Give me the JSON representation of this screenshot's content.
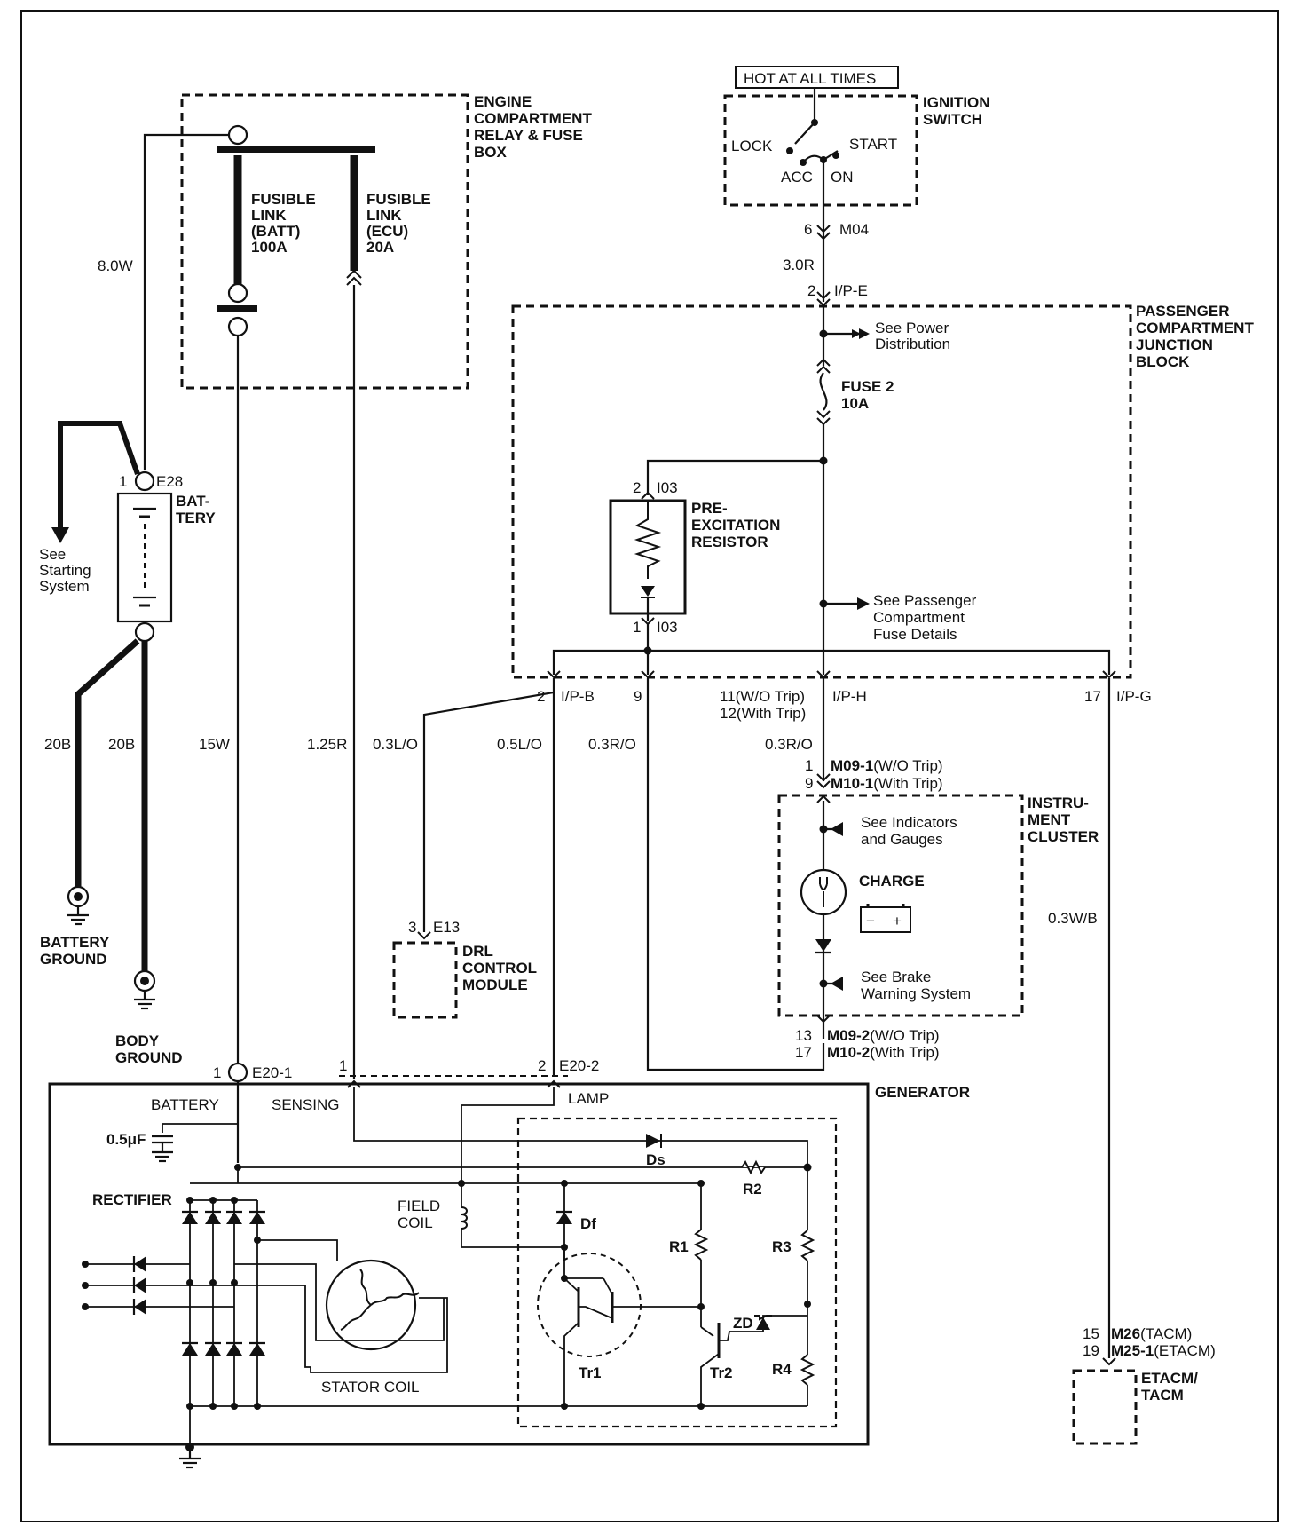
{
  "labels": {
    "hot_at_all_times": "HOT AT ALL TIMES",
    "ignition_switch": [
      "IGNITION",
      "SWITCH"
    ],
    "lock": "LOCK",
    "start": "START",
    "acc": "ACC",
    "on": "ON",
    "m04_pin": "6",
    "m04": "M04",
    "w_3_0r": "3.0R",
    "ipe_pin": "2",
    "ipe": "I/P-E",
    "engine_box": [
      "ENGINE",
      "COMPARTMENT",
      "RELAY & FUSE",
      "BOX"
    ],
    "fl_batt": [
      "FUSIBLE",
      "LINK",
      "(BATT)",
      "100A"
    ],
    "fl_ecu": [
      "FUSIBLE",
      "LINK",
      "(ECU)",
      "20A"
    ],
    "pcjb": [
      "PASSENGER",
      "COMPARTMENT",
      "JUNCTION",
      "BLOCK"
    ],
    "see_power": [
      "See Power",
      "Distribution"
    ],
    "fuse2": [
      "FUSE 2",
      "10A"
    ],
    "w_8_0w": "8.0W",
    "e28_pin": "1",
    "e28": "E28",
    "battery": [
      "BAT-",
      "TERY"
    ],
    "see_starting": [
      "See",
      "Starting",
      "System"
    ],
    "i03_top_pin": "2",
    "i03_top": "I03",
    "i03_bot_pin": "1",
    "i03_bot": "I03",
    "pre_exc": [
      "PRE-",
      "EXCITATION",
      "RESISTOR"
    ],
    "see_pcfd": [
      "See Passenger",
      "Compartment",
      "Fuse Details"
    ],
    "ipb_pin": "2",
    "ipb": "I/P-B",
    "pin9": "9",
    "iph_pins": [
      "11(W/O Trip)",
      "12(With Trip)"
    ],
    "iph": "I/P-H",
    "ipg_pin": "17",
    "ipg": "I/P-G",
    "w_20b_a": "20B",
    "w_20b_b": "20B",
    "w_15w": "15W",
    "w_125r": "1.25R",
    "w_03lo": "0.3L/O",
    "w_05lo": "0.5L/O",
    "w_03ro_a": "0.3R/O",
    "w_03ro_b": "0.3R/O",
    "m09_pins": [
      "1",
      "9"
    ],
    "m09_1": "M09-1",
    "m09_1_suffix": "(W/O Trip)",
    "m10_1": "M10-1",
    "m10_1_suffix": "(With Trip)",
    "instr_cluster": [
      "INSTRU-",
      "MENT",
      "CLUSTER"
    ],
    "see_indicators": [
      "See Indicators",
      "and Gauges"
    ],
    "charge": "CHARGE",
    "see_brake": [
      "See Brake",
      "Warning System"
    ],
    "w_03wb": "0.3W/B",
    "battery_ground": [
      "BATTERY",
      "GROUND"
    ],
    "body_ground": [
      "BODY",
      "GROUND"
    ],
    "e13_pin": "3",
    "e13": "E13",
    "drl": [
      "DRL",
      "CONTROL",
      "MODULE"
    ],
    "m09_2_pins": [
      "13",
      "17"
    ],
    "m09_2": "M09-2",
    "m09_2_suffix": "(W/O Trip)",
    "m10_2": "M10-2",
    "m10_2_suffix": "(With Trip)",
    "e201_pin": "1",
    "e201": "E20-1",
    "e202_sense_pin": "1",
    "e202_lamp_pin": "2",
    "e202": "E20-2",
    "generator": "GENERATOR",
    "gen_battery": "BATTERY",
    "sensing": "SENSING",
    "lamp": "LAMP",
    "cap": "0.5μF",
    "ds": "Ds",
    "r2": "R2",
    "rectifier": "RECTIFIER",
    "field_coil": [
      "FIELD",
      "COIL"
    ],
    "df": "Df",
    "r1": "R1",
    "r3": "R3",
    "zd": "ZD",
    "r4": "R4",
    "stator_coil": "STATOR COIL",
    "tr1": "Tr1",
    "tr2": "Tr2",
    "m26_pins": [
      "15",
      "19"
    ],
    "m26": "M26",
    "m26_suffix": "(TACM)",
    "m25": "M25-1",
    "m25_suffix": "(ETACM)",
    "etacm": [
      "ETACM/",
      "TACM"
    ]
  }
}
